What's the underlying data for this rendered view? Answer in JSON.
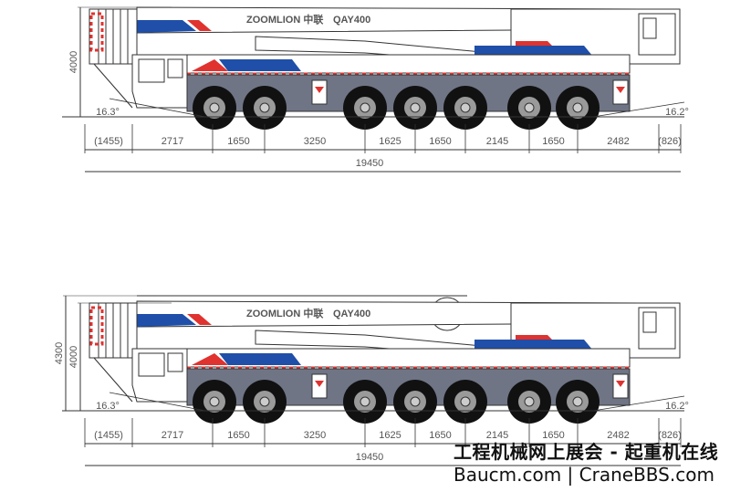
{
  "views": [
    {
      "brand": "ZOOMLION 中联",
      "model": "QAY400",
      "height_labels": [
        "4000"
      ],
      "front_angle": "16.3°",
      "rear_angle": "16.2°",
      "dimensions": [
        "(1455)",
        "2717",
        "1650",
        "3250",
        "1625",
        "1650",
        "2145",
        "1650",
        "2482",
        "(826)"
      ],
      "overall_length": "19450"
    },
    {
      "brand": "ZOOMLION 中联",
      "model": "QAY400",
      "height_labels": [
        "4300",
        "4000"
      ],
      "front_angle": "16.3°",
      "rear_angle": "16.2°",
      "dimensions": [
        "(1455)",
        "2717",
        "1650",
        "3250",
        "1625",
        "1650",
        "2145",
        "1650",
        "2482",
        "(826)"
      ],
      "overall_length": "19450"
    }
  ],
  "watermark": {
    "line1": "工程机械网上展会 - 起重机在线",
    "line2": "Baucm.com | CraneBBS.com"
  },
  "colors": {
    "blue": "#1f4fa8",
    "red": "#e0322f",
    "body_grey": "#6f7585",
    "wheel": "#111111",
    "hub": "#9a9a9a"
  }
}
